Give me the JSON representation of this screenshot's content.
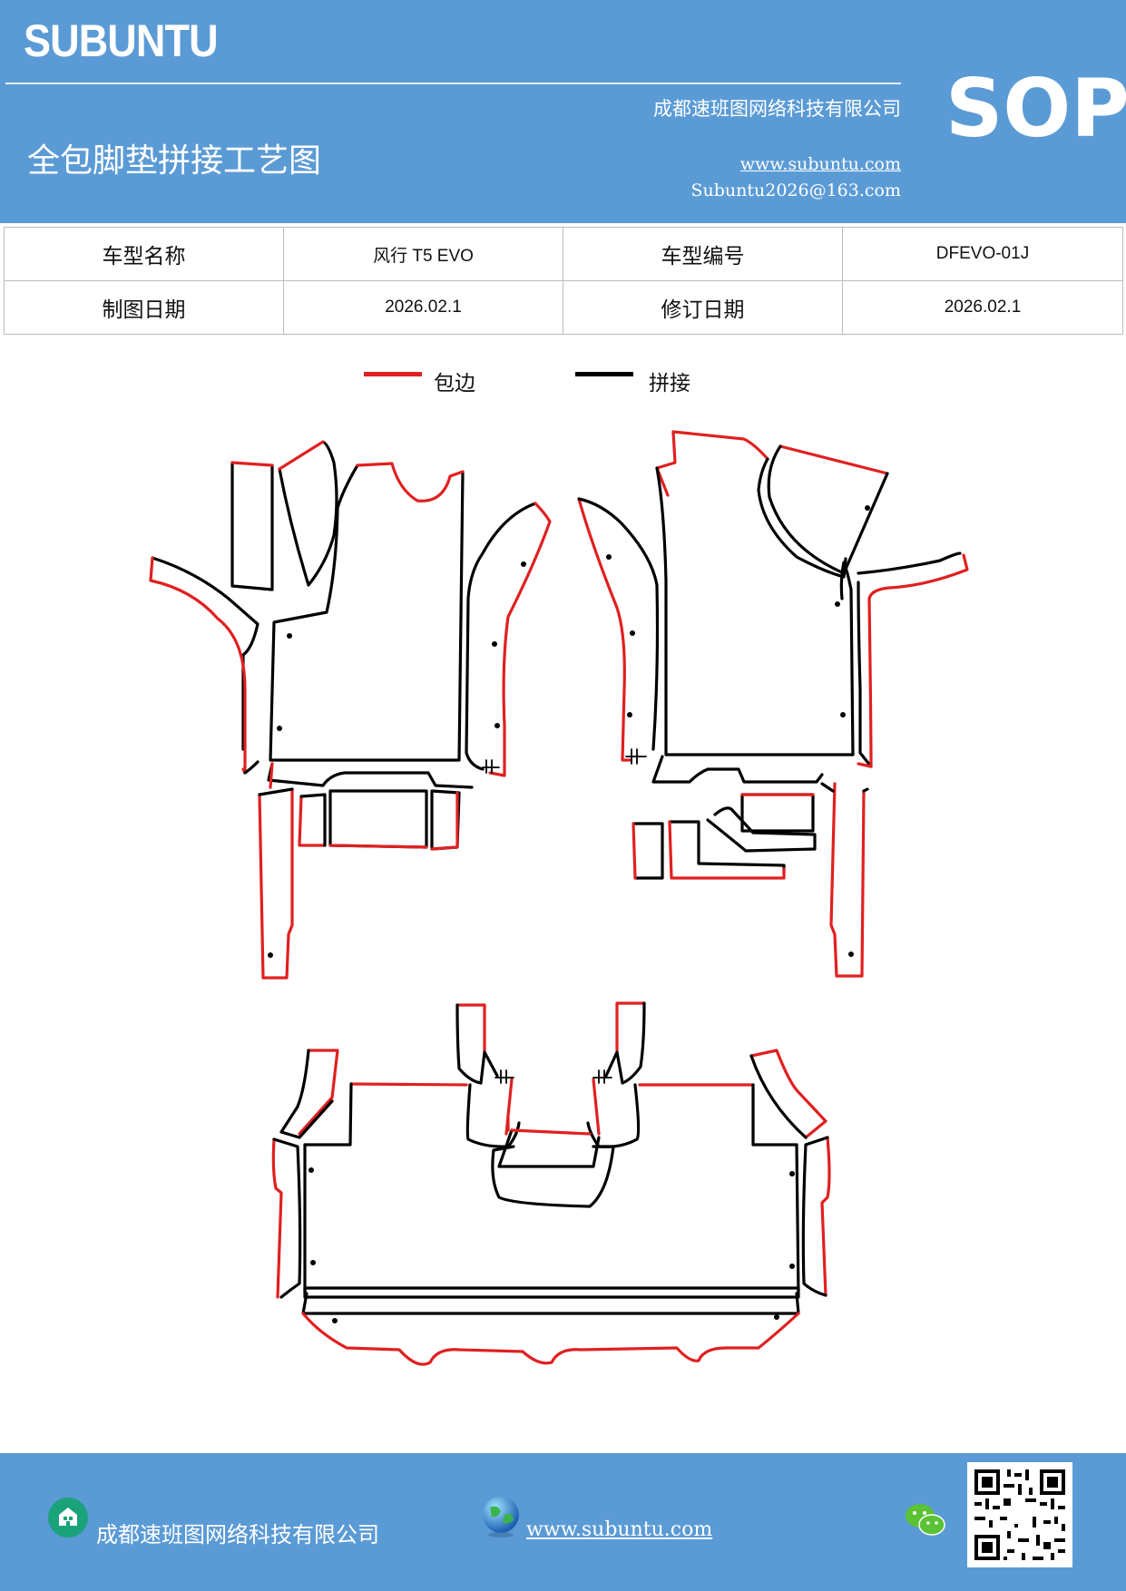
{
  "header": {
    "brand": "SUBUNTU",
    "company": "成都速班图网络科技有限公司",
    "title": "全包脚垫拼接工艺图",
    "url": "www.subuntu.com",
    "email": "Subuntu2026@163.com",
    "badge": "SOP",
    "background_color": "#5b9bd5"
  },
  "info_table": {
    "rows": [
      [
        {
          "label": "车型名称",
          "value": "风行 T5 EVO"
        },
        {
          "label": "车型编号",
          "value": "DFEVO-01J"
        }
      ],
      [
        {
          "label": "制图日期",
          "value": "2026.02.1"
        },
        {
          "label": "修订日期",
          "value": "2026.02.1"
        }
      ]
    ]
  },
  "legend": [
    {
      "label": "包边",
      "color": "#e02020"
    },
    {
      "label": "拼接",
      "color": "#000000"
    }
  ],
  "footer": {
    "company": "成都速班图网络科技有限公司",
    "url": "www.subuntu.com",
    "icons": [
      "building-icon",
      "globe-icon",
      "wechat-icon",
      "qr-code"
    ]
  }
}
